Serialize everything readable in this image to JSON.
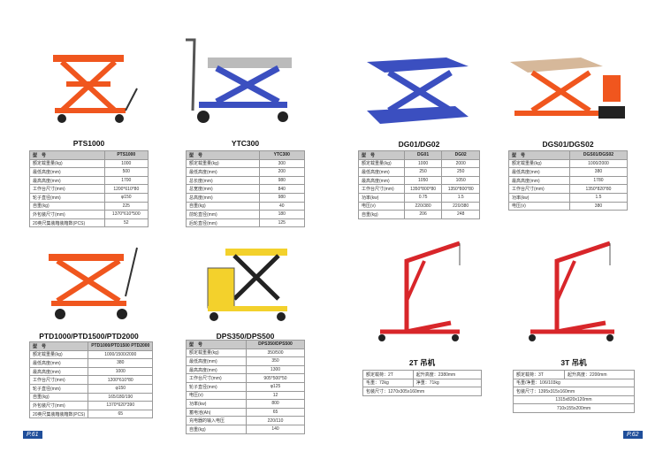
{
  "products": [
    {
      "id": "pts",
      "title": "PTS1000",
      "header": [
        "型　号",
        "PTS1000"
      ],
      "rows": [
        [
          "额定载重量(kg)",
          "1000"
        ],
        [
          "最低高度(mm)",
          "500"
        ],
        [
          "最高高度(mm)",
          "1700"
        ],
        [
          "工作台尺寸(mm)",
          "1200*610*80"
        ],
        [
          "轮子直径(mm)",
          "φ150"
        ],
        [
          "自重(kg)",
          "225"
        ],
        [
          "外包装尺寸(mm)",
          "1370*610*500"
        ],
        [
          "20英尺集装箱装箱数(PCS)",
          "52"
        ]
      ]
    },
    {
      "id": "ytc",
      "title": "YTC300",
      "header": [
        "型　号",
        "YTC300"
      ],
      "rows": [
        [
          "额定载重量(kg)",
          "300"
        ],
        [
          "最低高度(mm)",
          "200"
        ],
        [
          "总长度(mm)",
          "980"
        ],
        [
          "总宽度(mm)",
          "840"
        ],
        [
          "总高度(mm)",
          "980"
        ],
        [
          "自重(kg)",
          "40"
        ],
        [
          "前轮直径(mm)",
          "180"
        ],
        [
          "后轮直径(mm)",
          "125"
        ]
      ]
    },
    {
      "id": "dg",
      "title": "DG01/DG02",
      "header": [
        "型　号",
        "DG01",
        "DG02"
      ],
      "rows": [
        [
          "额定载重量(kg)",
          "1000",
          "2000"
        ],
        [
          "最低高度(mm)",
          "250",
          "250"
        ],
        [
          "最高高度(mm)",
          "1050",
          "1050"
        ],
        [
          "工作台尺寸(mm)",
          "1350*800*80",
          "1350*800*80"
        ],
        [
          "功率(kw)",
          "0.75",
          "1.5"
        ],
        [
          "电压(v)",
          "220/380",
          "220/380"
        ],
        [
          "自重(kg)",
          "206",
          "248"
        ]
      ]
    },
    {
      "id": "dgs",
      "title": "DGS01/DGS02",
      "header": [
        "型　号",
        "DGS01/DGS02"
      ],
      "rows": [
        [
          "额定载重量(kg)",
          "1000/2000"
        ],
        [
          "最低高度(mm)",
          "380"
        ],
        [
          "最高高度(mm)",
          "1780"
        ],
        [
          "工作台尺寸(mm)",
          "1350*820*80"
        ],
        [
          "功率(kw)",
          "1.5"
        ],
        [
          "电压(v)",
          "380"
        ]
      ]
    },
    {
      "id": "ptd",
      "title": "PTD1000/PTD1500/PTD2000",
      "header": [
        "型　号",
        "PTD1000/PTD1500 PTD2000"
      ],
      "rows": [
        [
          "额定载重量(kg)",
          "1000/1500/2000"
        ],
        [
          "最低高度(mm)",
          "380"
        ],
        [
          "最高高度(mm)",
          "1000"
        ],
        [
          "工作台尺寸(mm)",
          "1200*610*80"
        ],
        [
          "轮子直径(mm)",
          "φ150"
        ],
        [
          "自重(kg)",
          "165/180/190"
        ],
        [
          "外包装尺寸(mm)",
          "1370*620*390"
        ],
        [
          "20英尺集装箱装箱数(PCS)",
          "65"
        ]
      ]
    },
    {
      "id": "dps",
      "title": "DPS350/DPS500",
      "header": [
        "型　号",
        "DPS350/DPS500"
      ],
      "rows": [
        [
          "额定载重量(kg)",
          "350/500"
        ],
        [
          "最低高度(mm)",
          "350"
        ],
        [
          "最高高度(mm)",
          "1300"
        ],
        [
          "工作台尺寸(mm)",
          "905*500*50"
        ],
        [
          "轮子直径(mm)",
          "φ125"
        ],
        [
          "电压(v)",
          "12"
        ],
        [
          "功率(kw)",
          "800"
        ],
        [
          "蓄电池(Ah)",
          "65"
        ],
        [
          "充电器的输入电压",
          "220/110"
        ],
        [
          "自重(kg)",
          "140"
        ]
      ]
    }
  ],
  "cranes": [
    {
      "id": "c2",
      "title": "2T 吊机",
      "rows": [
        [
          "额定载荷：2T",
          "起升高度：2380mm"
        ],
        [
          "毛重：72kg",
          "净重：71kg"
        ],
        [
          "包装尺寸：1270x305x160mm"
        ]
      ]
    },
    {
      "id": "c3",
      "title": "3T 吊机",
      "rows": [
        [
          "额定载荷：3T",
          "起升高度：2200mm"
        ],
        [
          "毛重/净重：106/103kg"
        ],
        [
          "包装尺寸：1395x315x160mm"
        ],
        [
          "1315x820x120mm"
        ],
        [
          "710x155x200mm"
        ]
      ]
    }
  ],
  "pages": {
    "left": "P.61",
    "right": "P.62"
  },
  "colors": {
    "orange": "#f0561e",
    "blue": "#3b4fc0",
    "red": "#d8262a",
    "yellow": "#f3d12c"
  }
}
